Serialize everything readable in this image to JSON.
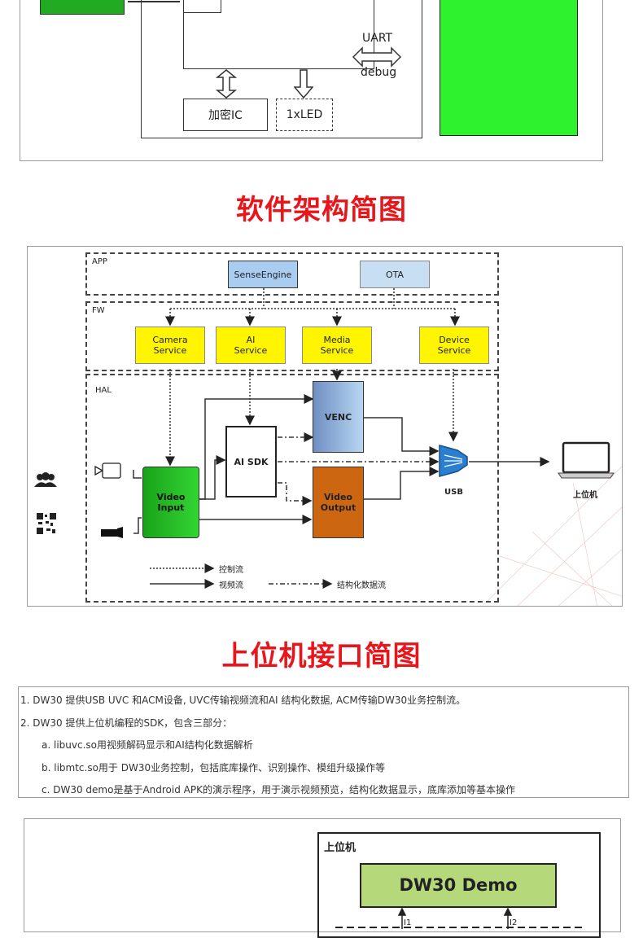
{
  "hardware": {
    "uart_label": "UART",
    "debug_label": "debug",
    "crypto_ic_label": "加密IC",
    "led_label": "1xLED"
  },
  "titles": {
    "software_arch": "软件架构简图",
    "host_interface": "上位机接口简图"
  },
  "arch": {
    "zones": {
      "app": "APP",
      "fw": "FW",
      "hal": "HAL"
    },
    "app_boxes": [
      "SenseEngine",
      "OTA"
    ],
    "fw_boxes": [
      "Camera\nService",
      "AI\nService",
      "Media\nService",
      "Device\nService"
    ],
    "venc": "VENC",
    "ai_sdk": "AI SDK",
    "video_input": "Video\nInput",
    "video_output": "Video\nOutput",
    "usb": "USB",
    "host": "上位机",
    "legend": {
      "control": "控制流",
      "video": "视频流",
      "struct": "结构化数据流"
    },
    "colors": {
      "video_input": "#22bb22",
      "video_output": "#cc6611",
      "venc": "#8fb0d8",
      "yellow": "#fff500"
    }
  },
  "notes": {
    "lines": [
      "1.   DW30 提供USB UVC 和ACM设备, UVC传输视频流和AI 结构化数据, ACM传输DW30业务控制流。",
      "2.   DW30 提供上位机编程的SDK，包含三部分：",
      "a. libuvc.so用视频解码显示和AI结构化数据解析",
      "b. libmtc.so用于 DW30业务控制，包括底库操作、识别操作、模组升级操作等",
      "c. DW30 demo是基于Android APK的演示程序，用于演示视频预览，结构化数据显示，底库添加等基本操作"
    ]
  },
  "bottom": {
    "host_label": "上位机",
    "demo_label": "DW30 Demo",
    "i1": "I1",
    "i2": "I2"
  }
}
